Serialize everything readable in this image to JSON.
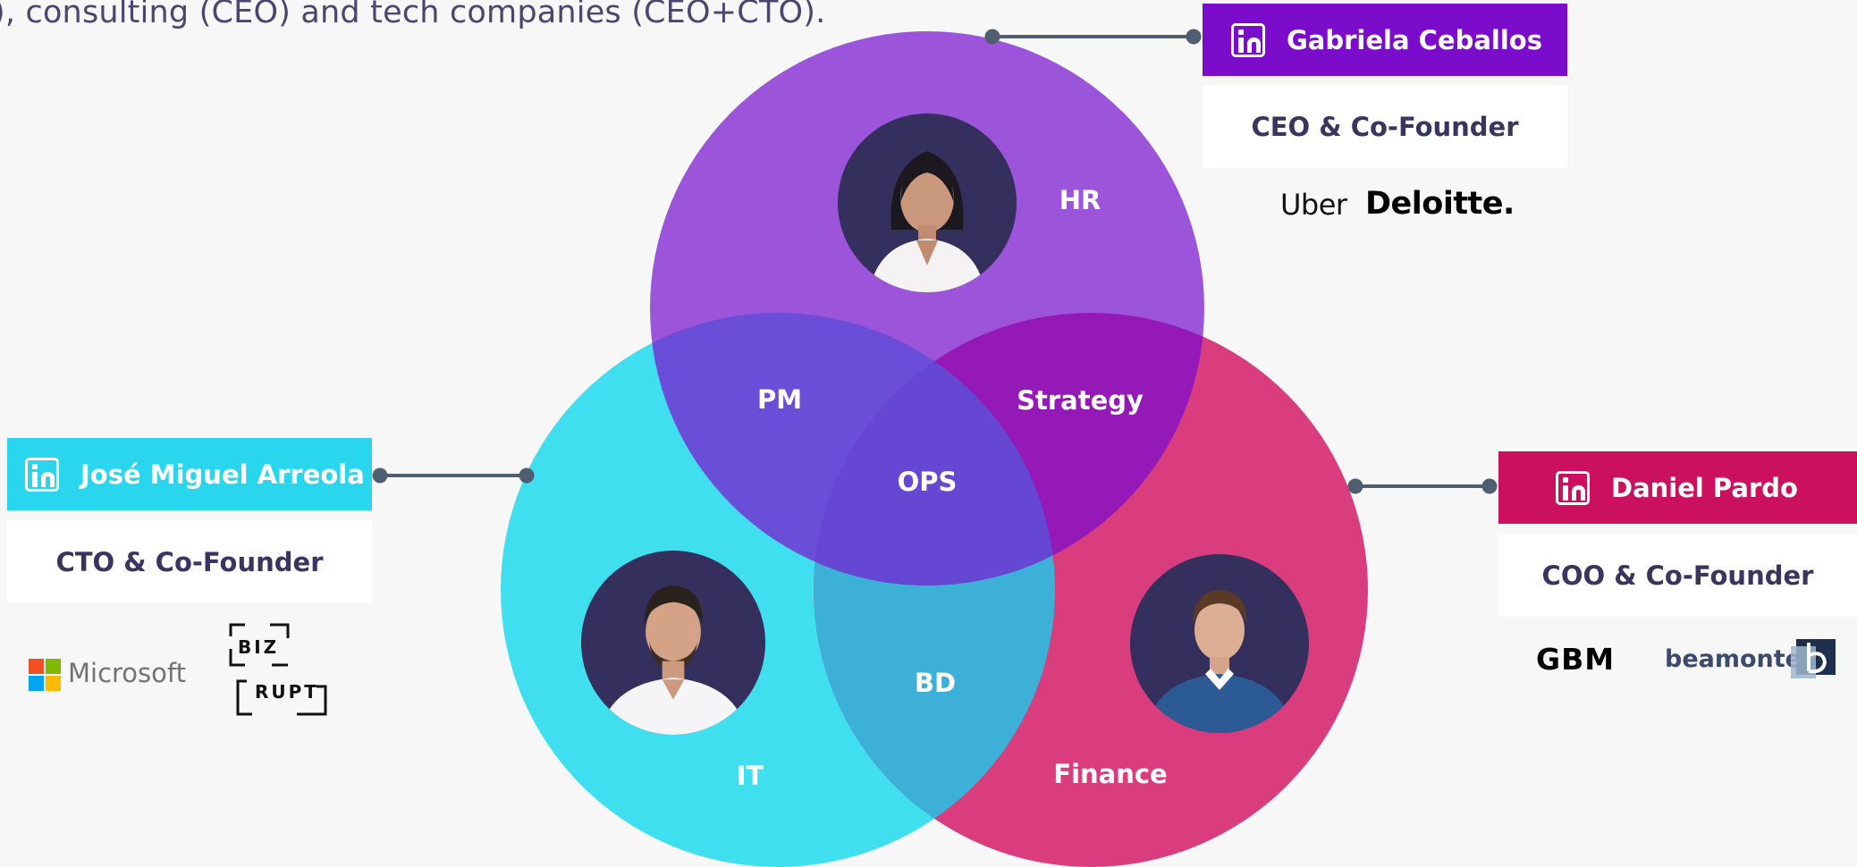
{
  "intro_text": "), consulting (CEO) and tech companies (CEO+CTO).",
  "colors": {
    "purple": "#9c55da",
    "cyan": "#40dff0",
    "pink": "#d8397a",
    "tag_purple": "#7b0ccc",
    "tag_cyan": "#2ad6ee",
    "tag_pink": "#cc1060",
    "connector": "#4f5f70"
  },
  "venn": {
    "labels": {
      "hr": "HR",
      "pm": "PM",
      "strategy": "Strategy",
      "ops": "OPS",
      "bd": "BD",
      "it": "IT",
      "finance": "Finance"
    }
  },
  "people": {
    "gabriela": {
      "name": "Gabriela Ceballos",
      "role": "CEO & Co-Founder",
      "icon": "linkedin-icon",
      "logos": [
        "Uber",
        "Deloitte."
      ]
    },
    "jose": {
      "name": "José Miguel Arreola",
      "role": "CTO & Co-Founder",
      "icon": "linkedin-icon",
      "logos": [
        "Microsoft",
        "BIZ",
        "RUPT"
      ]
    },
    "daniel": {
      "name": "Daniel Pardo",
      "role": "COO & Co-Founder",
      "icon": "linkedin-icon",
      "logos": [
        "GBM",
        "beamonte"
      ]
    }
  }
}
